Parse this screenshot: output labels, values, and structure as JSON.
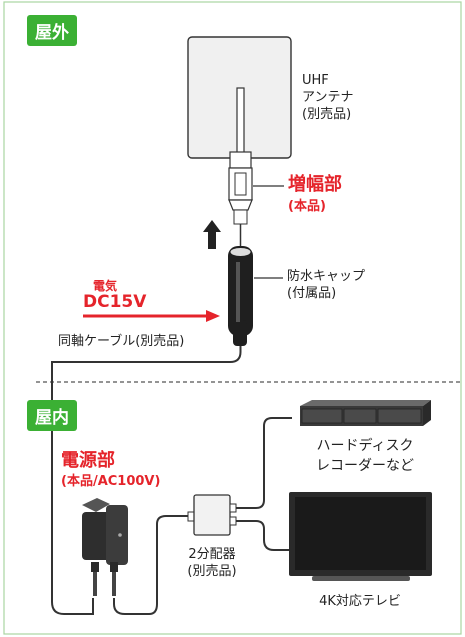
{
  "sections": {
    "outdoor_label": "屋外",
    "indoor_label": "屋内"
  },
  "antenna": {
    "line1": "UHF",
    "line2": "アンテナ",
    "line3": "(別売品)"
  },
  "amplifier": {
    "name": "増幅部",
    "note": "(本品)"
  },
  "cap": {
    "line1": "防水キャップ",
    "line2": "(付属品)"
  },
  "power_feed": {
    "line1": "電気",
    "line2": "DC15V"
  },
  "cable": {
    "label": "同軸ケーブル(別売品)"
  },
  "power_unit": {
    "name": "電源部",
    "note": "(本品/AC100V)"
  },
  "splitter": {
    "line1": "2分配器",
    "line2": "(別売品)"
  },
  "recorder": {
    "line1": "ハードディスク",
    "line2": "レコーダーなど"
  },
  "tv": {
    "label": "4K対応テレビ"
  },
  "colors": {
    "accent_green": "#3bb034",
    "accent_red": "#e5242b",
    "border_green": "#a9d6a2"
  }
}
